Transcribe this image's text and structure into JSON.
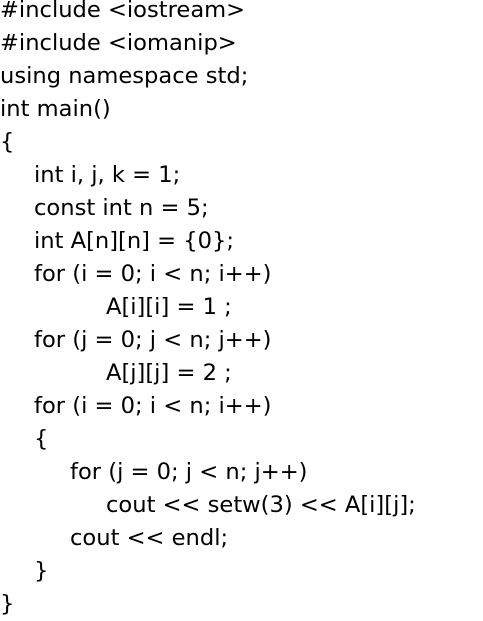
{
  "code": {
    "lines": [
      "#include <iostream>",
      "#include <iomanip>",
      "using namespace std;",
      "int main()",
      "{",
      "int i, j, k = 1;",
      "const int n = 5;",
      "int A[n][n] = {0};",
      "for (i = 0; i < n; i++)",
      "A[i][i] = 1 ;",
      "for (j = 0; j < n; j++)",
      "A[j][j] = 2 ;",
      "for (i = 0; i < n; i++)",
      "{",
      "for (j = 0; j < n; j++)",
      "cout << setw(3) << A[i][j];",
      "cout << endl;",
      "}",
      "}"
    ]
  }
}
